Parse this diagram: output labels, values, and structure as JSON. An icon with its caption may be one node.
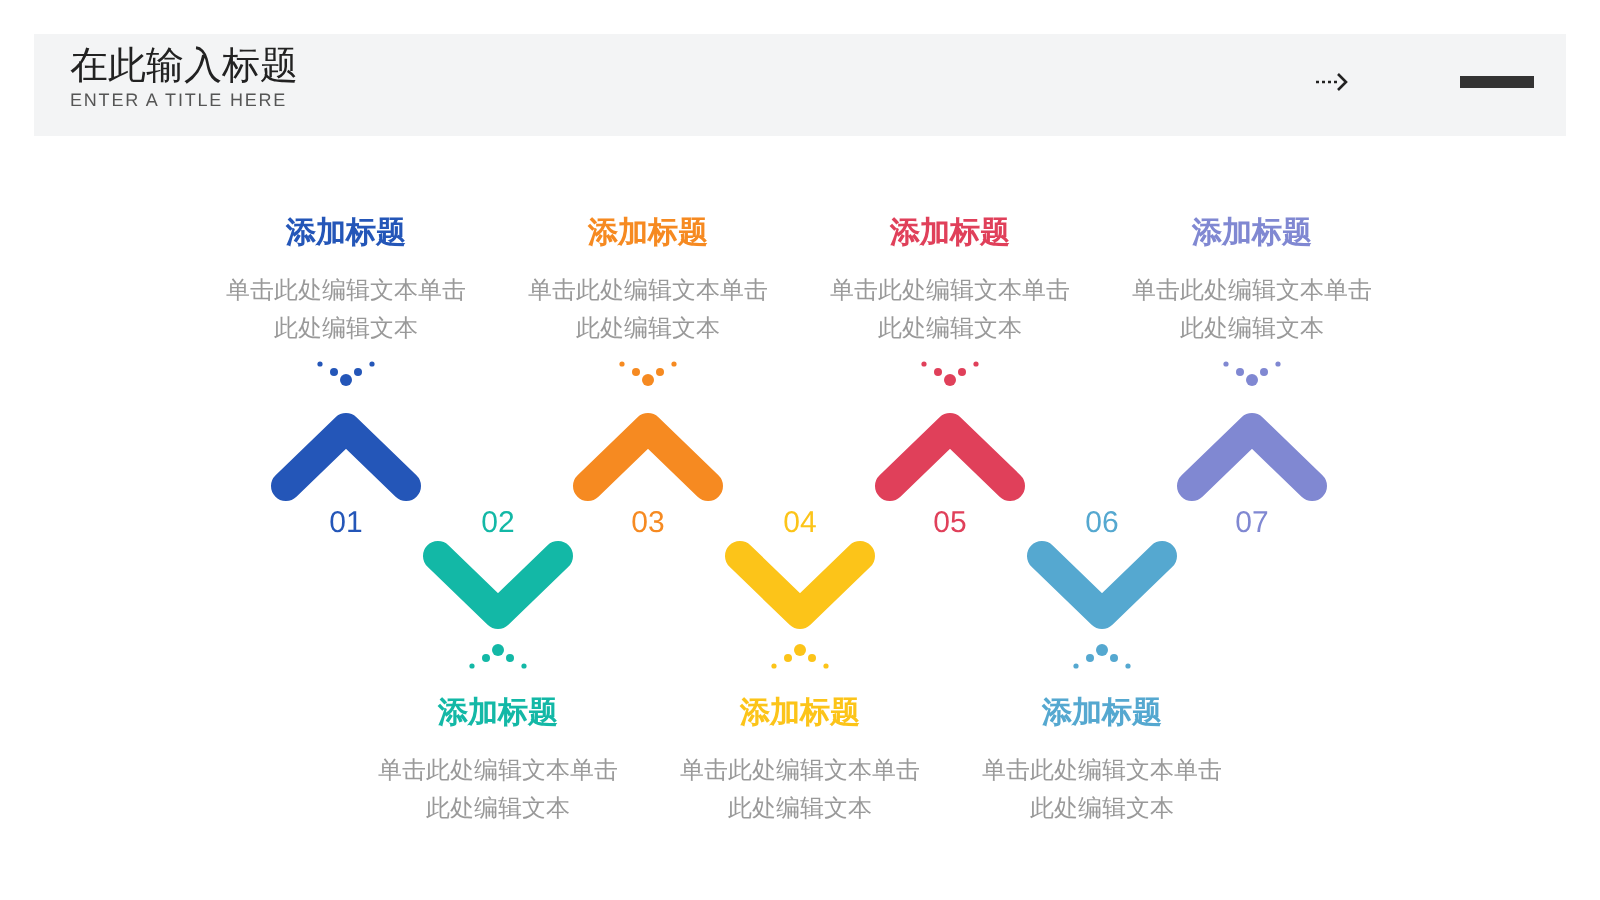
{
  "diagram": {
    "title": "在此输入标题",
    "nodes": [
      {
        "text": [],
        "shape": "chevron",
        "beside": [
          "01",
          "添加标题",
          "单击此处编辑文本单击此处编辑文本"
        ]
      },
      {
        "text": [],
        "shape": "chevron",
        "beside": [
          "02",
          "添加标题",
          "单击此处编辑文本单击此处编辑文本"
        ]
      },
      {
        "text": [],
        "shape": "chevron",
        "beside": [
          "03",
          "添加标题",
          "单击此处编辑文本单击此处编辑文本"
        ]
      },
      {
        "text": [],
        "shape": "chevron",
        "beside": [
          "04",
          "添加标题",
          "单击此处编辑文本单击此处编辑文本"
        ]
      },
      {
        "text": [],
        "shape": "chevron",
        "beside": [
          "05",
          "添加标题",
          "单击此处编辑文本单击此处编辑文本"
        ]
      },
      {
        "text": [],
        "shape": "chevron",
        "beside": [
          "06",
          "添加标题",
          "单击此处编辑文本单击此处编辑文本"
        ]
      },
      {
        "text": [],
        "shape": "chevron",
        "beside": [
          "07",
          "添加标题",
          "单击此处编辑文本单击此处编辑文本"
        ]
      }
    ],
    "labels": [
      "ENTER A TITLE HERE"
    ]
  }
}
